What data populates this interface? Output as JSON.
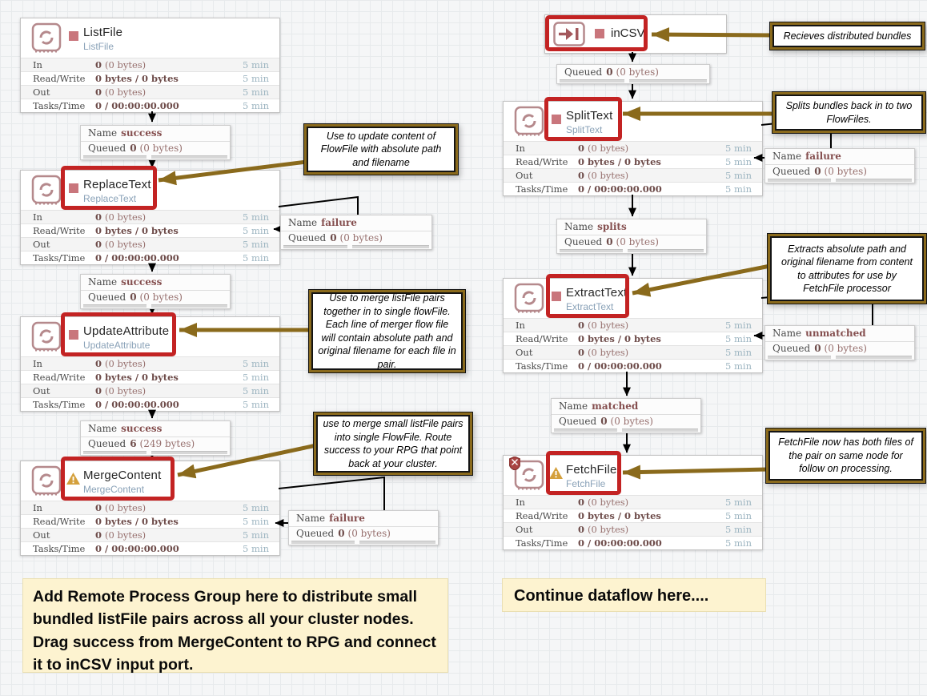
{
  "app": "Apache NiFi flow canvas",
  "colors": {
    "highlight_red": "#c32323",
    "annotation_arrow_olive": "#8a6a1c",
    "stopped_indicator_rose": "#c9767c",
    "warning_amber": "#d4a03c",
    "label_yellow_bg": "#fdf3d0",
    "type_text_blue": "#8aa2b8",
    "stat_value_maroon": "#6e4c4a"
  },
  "icons": {
    "processor": "circular-arrows-stamp",
    "input_port": "arrow-into-bar",
    "stopped": "red-square",
    "warning": "amber-warning-triangle",
    "restricted": "red-shield"
  },
  "stats": {
    "in_label": "In",
    "in_bold": "0",
    "in_rest": "(0 bytes)",
    "rw_label": "Read/Write",
    "rw_bold": "0 bytes / 0 bytes",
    "rw_rest": "",
    "out_label": "Out",
    "out_bold": "0",
    "out_rest": "(0 bytes)",
    "tt_label": "Tasks/Time",
    "tt_bold": "0 / 00:00:00.000",
    "tt_rest": "",
    "time": "5 min"
  },
  "processors": {
    "listfile": {
      "name": "ListFile",
      "type": "ListFile"
    },
    "replacetext": {
      "name": "ReplaceText",
      "type": "ReplaceText"
    },
    "updateattribute": {
      "name": "UpdateAttribute",
      "type": "UpdateAttribute"
    },
    "mergecontent": {
      "name": "MergeContent",
      "type": "MergeContent"
    },
    "splittext": {
      "name": "SplitText",
      "type": "SplitText"
    },
    "extracttext": {
      "name": "ExtractText",
      "type": "ExtractText"
    },
    "fetchfile": {
      "name": "FetchFile",
      "type": "FetchFile"
    }
  },
  "port": {
    "name": "inCSV"
  },
  "queues": {
    "lf_success": {
      "name_label": "Name",
      "name_value": "success",
      "queued_label": "Queued",
      "count": "0",
      "size": "(0 bytes)"
    },
    "rt_failure": {
      "name_label": "Name",
      "name_value": "failure",
      "queued_label": "Queued",
      "count": "0",
      "size": "(0 bytes)"
    },
    "rt_success": {
      "name_label": "Name",
      "name_value": "success",
      "queued_label": "Queued",
      "count": "0",
      "size": "(0 bytes)"
    },
    "ua_success": {
      "name_label": "Name",
      "name_value": "success",
      "queued_label": "Queued",
      "count": "6",
      "size": "(249 bytes)"
    },
    "mc_failure": {
      "name_label": "Name",
      "name_value": "failure",
      "queued_label": "Queued",
      "count": "0",
      "size": "(0 bytes)"
    },
    "incsv_out": {
      "queued_label": "Queued",
      "count": "0",
      "size": "(0 bytes)"
    },
    "st_failure": {
      "name_label": "Name",
      "name_value": "failure",
      "queued_label": "Queued",
      "count": "0",
      "size": "(0 bytes)"
    },
    "st_splits": {
      "name_label": "Name",
      "name_value": "splits",
      "queued_label": "Queued",
      "count": "0",
      "size": "(0 bytes)"
    },
    "et_unmatched": {
      "name_label": "Name",
      "name_value": "unmatched",
      "queued_label": "Queued",
      "count": "0",
      "size": "(0 bytes)"
    },
    "et_matched": {
      "name_label": "Name",
      "name_value": "matched",
      "queued_label": "Queued",
      "count": "0",
      "size": "(0 bytes)"
    }
  },
  "annotations": {
    "a1": "Use to update content of FlowFile with absolute path and filename",
    "a2": "Use to merge listFile pairs together in to single flowFile. Each line of merger flow file will contain absolute path and original filename for each file in pair.",
    "a3": "use to merge small listFile pairs into single FlowFile.  Route success to your RPG that point back at your cluster.",
    "a4": "Recieves distributed bundles",
    "a5": "Splits bundles back in to two FlowFiles.",
    "a6": "Extracts absolute path and original filename from content to attributes for use by FetchFile processor",
    "a7": "FetchFile now has both files of the pair on same node for follow on processing."
  },
  "labels": {
    "big": "Add Remote Process Group here to distribute small bundled listFile pairs across all your cluster nodes. Drag success from MergeContent to RPG and connect it to inCSV input port.",
    "small": "Continue dataflow here...."
  }
}
